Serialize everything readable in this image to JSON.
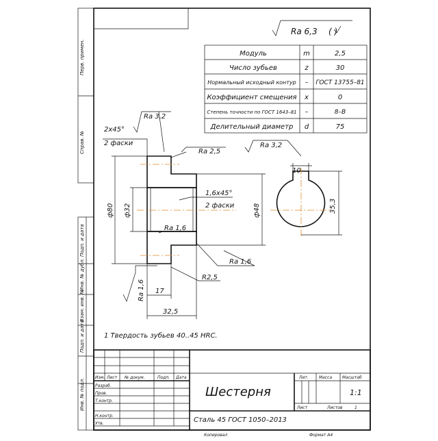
{
  "roughness_general": "Ra 6,3",
  "roughness_general_suffix": "( )",
  "params": [
    {
      "name": "Модуль",
      "symbol": "m",
      "value": "2,5"
    },
    {
      "name": "Число зубьев",
      "symbol": "z",
      "value": "30"
    },
    {
      "name": "Нормальный исходный контур",
      "symbol": "–",
      "value": "ГОСТ 13755–81"
    },
    {
      "name": "Коэффициент смещения",
      "symbol": "x",
      "value": "0"
    },
    {
      "name": "Степень точности по ГОСТ 1643–81",
      "symbol": "–",
      "value": "8–B"
    },
    {
      "name": "Делительный диаметр",
      "symbol": "d",
      "value": "75"
    }
  ],
  "section_dims": {
    "chamfer_outer": "2x45°",
    "chamfer_outer_note": "2 фаски",
    "ra_top": "Ra 3,2",
    "ra_side": "Ra 2,5",
    "dia_outer": "ф80",
    "dia_bore": "ф32",
    "dia_hub": "ф48",
    "chamfer_bore": "1,6x45°",
    "chamfer_bore_note": "2 фаски",
    "ra_bore": "Ra 1,6",
    "ra_bottom": "Ra 1,6",
    "ra_face": "Ra 1,6",
    "radius": "R2,5",
    "width_hub": "17",
    "width_total": "32,5"
  },
  "keyway_dims": {
    "ra": "Ra 3,2",
    "width": "10",
    "depth": "35,3"
  },
  "note": "1 Твердость зубьев 40..45 HRC.",
  "side_labels": [
    "Перв. примен.",
    "Справ. №",
    "Подп. и дата",
    "Инв. № дубл.",
    "Взам. инв. №",
    "Подп. и дата",
    "Инв. № подл."
  ],
  "title_block": {
    "title": "Шестерня",
    "material": "Сталь 45 ГОСТ 1050–2013",
    "col_headers": [
      "Изм.",
      "Лист",
      "№ докум.",
      "Подп.",
      "Дата"
    ],
    "roles": [
      "Разраб.",
      "Пров.",
      "Т.контр.",
      "",
      "Н.контр.",
      "Утв."
    ],
    "lit_label": "Лит.",
    "mass_label": "Масса",
    "scale_label": "Масштаб",
    "scale_value": "1:1",
    "sheet_label": "Лист",
    "sheets_label": "Листов",
    "sheets_value": "1",
    "copied": "Копировал",
    "format": "Формат А4"
  }
}
